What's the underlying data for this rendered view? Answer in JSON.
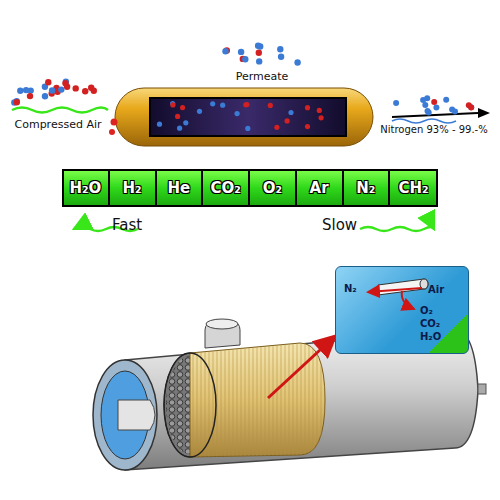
{
  "diagram": {
    "nodes": [
      {
        "text": [
          "H₂O"
        ]
      },
      {
        "text": [
          "H₂"
        ]
      },
      {
        "text": [
          "He"
        ]
      },
      {
        "text": [
          "CO₂"
        ]
      },
      {
        "text": [
          "O₂"
        ]
      },
      {
        "text": [
          "Ar"
        ]
      },
      {
        "text": [
          "N₂"
        ]
      },
      {
        "text": [
          "CH₂"
        ]
      },
      {
        "text": [
          "N₂",
          "Air",
          "O₂",
          "CO₂",
          "H₂O"
        ]
      }
    ],
    "labels": [
      "Permeate",
      "Compressed Air",
      "Nitrogen 93% - 99.-%",
      "Fast",
      "Slow"
    ]
  }
}
